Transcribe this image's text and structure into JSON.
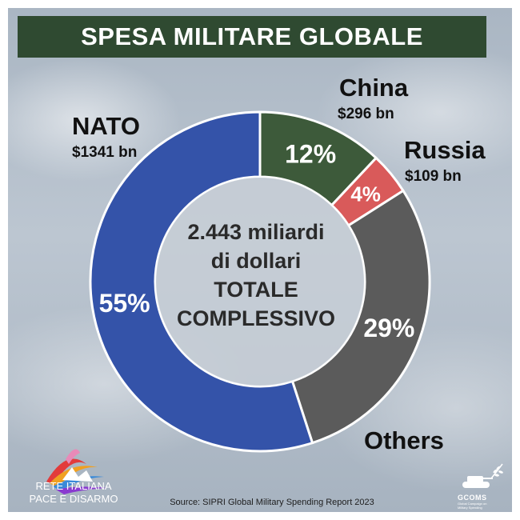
{
  "title": "SPESA MILITARE GLOBALE",
  "center": {
    "line1": "2.443 miliardi",
    "line2": "di dollari",
    "line3": "TOTALE",
    "line4": "COMPLESSIVO"
  },
  "source": "Source: SIPRI Global Military Spending Report 2023",
  "logo_left": {
    "line1": "RETE ITALIANA",
    "line2": "PACE E DISARMO"
  },
  "logo_right": {
    "name": "GCOMS",
    "sub1": "Global Campaign on",
    "sub2": "Military Spending"
  },
  "colors": {
    "title_bg": "#2f4a31",
    "nato": "#3453a9",
    "china": "#3d5a3a",
    "russia": "#d95a5a",
    "others": "#5b5b5b",
    "center_fill": "#c7ced6"
  },
  "chart_data": {
    "type": "pie",
    "donut": true,
    "title": "SPESA MILITARE GLOBALE",
    "total_label": "2.443 miliardi di dollari TOTALE COMPLESSIVO",
    "slices": [
      {
        "name": "China",
        "value_label": "$296 bn",
        "value": 296,
        "percent": 12,
        "percent_label": "12%",
        "color": "#3d5a3a"
      },
      {
        "name": "Russia",
        "value_label": "$109 bn",
        "value": 109,
        "percent": 4,
        "percent_label": "4%",
        "color": "#d95a5a"
      },
      {
        "name": "Others",
        "value_label": "",
        "percent": 29,
        "percent_label": "29%",
        "color": "#5b5b5b"
      },
      {
        "name": "NATO",
        "value_label": "$1341 bn",
        "value": 1341,
        "percent": 55,
        "percent_label": "55%",
        "color": "#3453a9"
      }
    ]
  }
}
